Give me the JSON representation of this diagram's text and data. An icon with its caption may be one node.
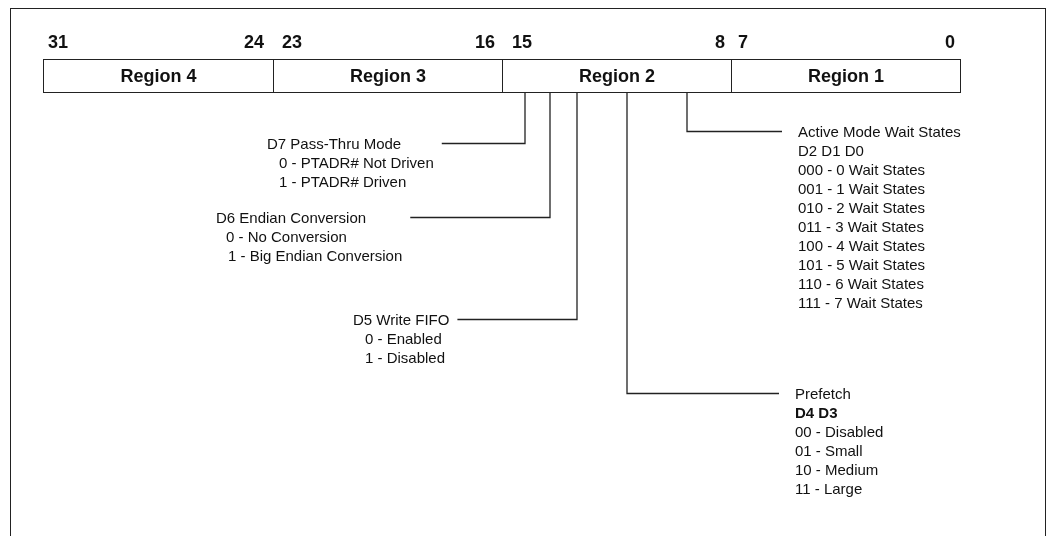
{
  "diagram": {
    "nodes": [
      {
        "text": [
          "Region 4"
        ]
      },
      {
        "text": [
          "Region 3"
        ]
      },
      {
        "text": [
          "Region 2"
        ]
      },
      {
        "text": [
          "Region 1"
        ]
      },
      {
        "text": [
          "D7 Pass-Thru Mode",
          "0 - PTADR# Not Driven",
          "1 - PTADR# Driven"
        ]
      },
      {
        "text": [
          "D6 Endian Conversion",
          "0 - No Conversion",
          "1 - Big Endian Conversion"
        ]
      },
      {
        "text": [
          "D5 Write FIFO",
          "0 - Enabled",
          "1 - Disabled"
        ]
      },
      {
        "text": [
          "Active Mode Wait States",
          "D2 D1 D0",
          "000 - 0 Wait States",
          "001 - 1 Wait States",
          "010 - 2 Wait States",
          "011 - 3 Wait States",
          "100 - 4 Wait States",
          "101 - 5 Wait States",
          "110 - 6 Wait States",
          "111 - 7 Wait States"
        ]
      },
      {
        "text": [
          "Prefetch",
          "D4 D3",
          "00 - Disabled",
          "01 - Small",
          "10 - Medium",
          "11 - Large"
        ]
      }
    ],
    "edges": [
      {
        "from": 4,
        "to": 2,
        "arrow": "none"
      },
      {
        "from": 5,
        "to": 2,
        "arrow": "none"
      },
      {
        "from": 6,
        "to": 2,
        "arrow": "none"
      },
      {
        "from": 7,
        "to": 2,
        "arrow": "none"
      },
      {
        "from": 8,
        "to": 2,
        "arrow": "none"
      }
    ],
    "labels": [
      "31",
      "24",
      "23",
      "16",
      "15",
      "8",
      "7",
      "0"
    ]
  }
}
